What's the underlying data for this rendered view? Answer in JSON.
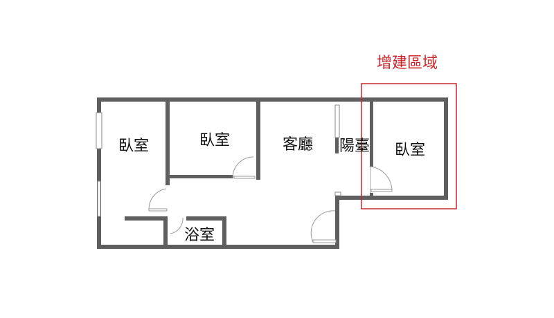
{
  "plan": {
    "annotation": {
      "label": "增建區域",
      "color": "#c8262a"
    },
    "rooms": [
      {
        "label": "臥室"
      },
      {
        "label": "臥室"
      },
      {
        "label": "客廳"
      },
      {
        "label": "陽臺"
      },
      {
        "label": "浴室"
      },
      {
        "label": "臥室"
      }
    ],
    "wall_color": "#5f5f5f"
  }
}
